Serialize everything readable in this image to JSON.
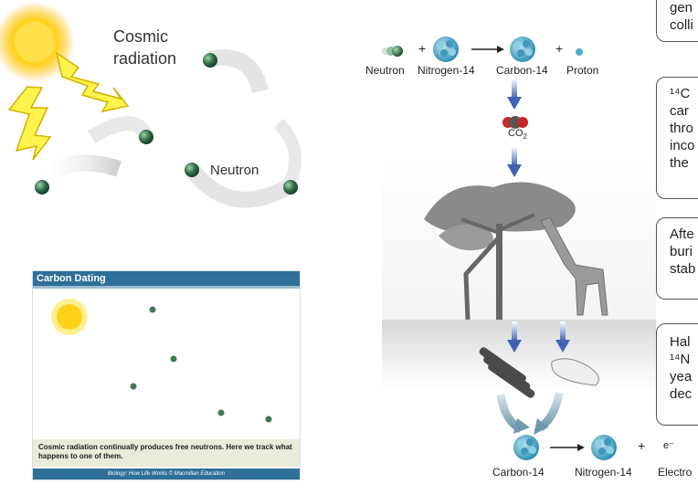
{
  "left_panel": {
    "cosmic_label_line1": "Cosmic",
    "cosmic_label_line2": "radiation",
    "neutron_label": "Neutron",
    "card": {
      "header": "Carbon Dating",
      "caption_line1": "Cosmic radiation continually produces free neutrons.  Here we track what",
      "caption_line2": "happens to one of them.",
      "footer": "Biology: How Life Works  ©  Macmillan Education"
    }
  },
  "reaction_top": {
    "neutron": "Neutron",
    "nitrogen14": "Nitrogen-14",
    "carbon14": "Carbon-14",
    "proton": "Proton",
    "plus": "+",
    "co2": "CO",
    "co2_sub": "2"
  },
  "reaction_bottom": {
    "carbon14": "Carbon-14",
    "nitrogen14": "Nitrogen-14",
    "electron": "Electro",
    "electron_symbol": "e⁻",
    "plus": "+"
  },
  "side_boxes": [
    {
      "lines": [
        "gen",
        "colli"
      ]
    },
    {
      "lines": [
        "¹⁴C",
        "car",
        "thro",
        "inco",
        "the"
      ]
    },
    {
      "lines": [
        "Afte",
        "buri",
        "stab"
      ]
    },
    {
      "lines": [
        "Hal",
        "¹⁴N",
        "yea",
        "dec"
      ]
    }
  ],
  "colors": {
    "card_blue": "#2f6f98",
    "arrow_blue": "#3f63b4",
    "atom_teal": "#3fa2c4",
    "neutron_green": "#2f6b47",
    "sun_yellow": "#ffd21a"
  }
}
